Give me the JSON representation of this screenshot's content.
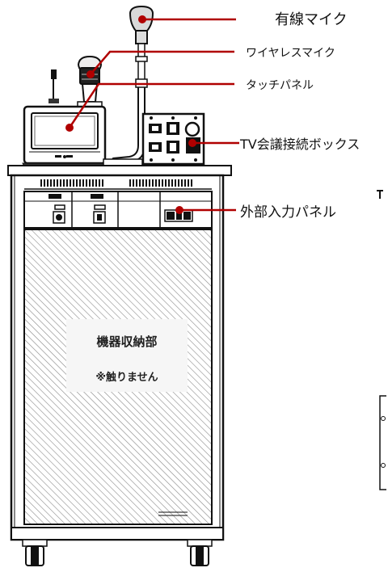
{
  "labels": {
    "wired_mic": "有線マイク",
    "wireless_mic": "ワイヤレスマイク",
    "touch_panel": "タッチパネル",
    "tv_conf_box": "TV会議接続ボックス",
    "ext_input_panel": "外部入力パネル"
  },
  "cabinet": {
    "storage_label": "機器収納部",
    "note": "※触りません"
  },
  "colors": {
    "leader": "#b00000",
    "outline": "#111111",
    "hatch": "#777777"
  }
}
